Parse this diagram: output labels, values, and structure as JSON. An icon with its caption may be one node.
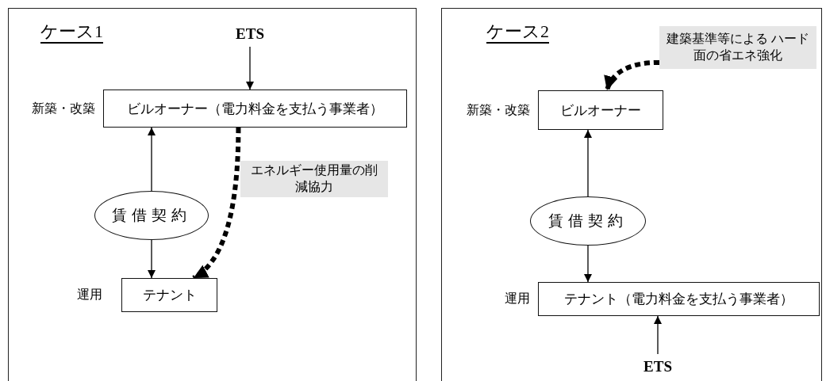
{
  "diagram": {
    "nodes": [
      {
        "text": [
          "ケース1"
        ]
      },
      {
        "text": [
          "ETS"
        ],
        "in": 0
      },
      {
        "text": [
          "ビルオーナー（電力料金を支払う事業者）"
        ],
        "in": 0,
        "beside": [
          "新築・改築"
        ]
      },
      {
        "text": [
          "賃借契約"
        ],
        "in": 0
      },
      {
        "text": [
          "テナント"
        ],
        "in": 0,
        "beside": [
          "運用"
        ]
      },
      {
        "text": [
          "ケース2"
        ]
      },
      {
        "text": [
          "建築基準等による ハード面の省エネ強化"
        ],
        "in": 5
      },
      {
        "text": [
          "ビルオーナー"
        ],
        "in": 5,
        "beside": [
          "新築・改築"
        ]
      },
      {
        "text": [
          "賃借契約"
        ],
        "in": 5
      },
      {
        "text": [
          "テナント（電力料金を支払う事業者）"
        ],
        "in": 5,
        "beside": [
          "運用"
        ]
      },
      {
        "text": [
          "ETS"
        ],
        "in": 5
      }
    ],
    "edges": [
      {
        "from": 1,
        "to": 2,
        "arrow": "to"
      },
      {
        "from": 3,
        "to": 2,
        "arrow": "to"
      },
      {
        "from": 3,
        "to": 4,
        "arrow": "to"
      },
      {
        "from": 2,
        "to": 4,
        "arrow": "to",
        "style": "dashed",
        "label": "エネルギー使用量の削減協力"
      },
      {
        "from": 6,
        "to": 7,
        "arrow": "to",
        "style": "dashed"
      },
      {
        "from": 8,
        "to": 7,
        "arrow": "to"
      },
      {
        "from": 8,
        "to": 9,
        "arrow": "to"
      },
      {
        "from": 10,
        "to": 9,
        "arrow": "to"
      }
    ]
  }
}
